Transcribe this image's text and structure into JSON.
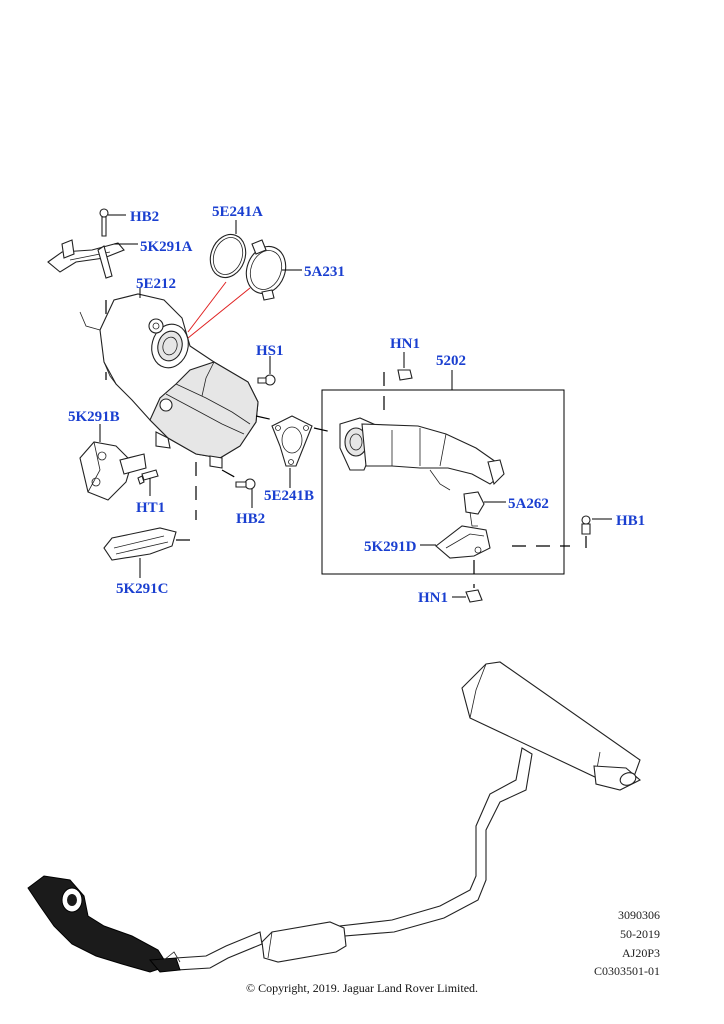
{
  "callouts": {
    "hb2_top": "HB2",
    "k291a": "5K291A",
    "e241a": "5E241A",
    "a231": "5A231",
    "e212": "5E212",
    "hs1": "HS1",
    "hn1_top": "HN1",
    "p5202": "5202",
    "k291b": "5K291B",
    "ht1": "HT1",
    "hb2_mid": "HB2",
    "e241b": "5E241B",
    "a262": "5A262",
    "hb1": "HB1",
    "k291d": "5K291D",
    "hn1_bottom": "HN1",
    "k291c": "5K291C"
  },
  "ref_codes": [
    "3090306",
    "50-2019",
    "AJ20P3",
    "C0303501-01"
  ],
  "copyright": "© Copyright, 2019. Jaguar Land Rover Limited.",
  "colors": {
    "callout": "#1a3fd0",
    "highlight_line": "#e02020",
    "line": "#000000"
  }
}
